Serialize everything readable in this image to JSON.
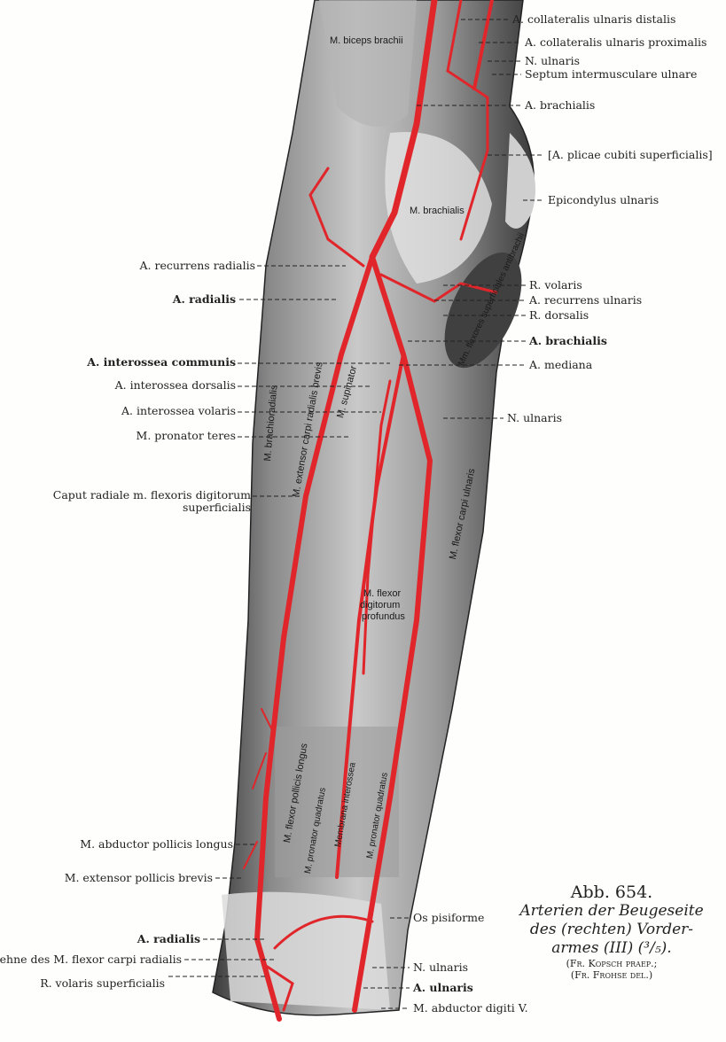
{
  "left_labels": [
    {
      "text": "A. recurrens radialis",
      "bold": false
    },
    {
      "text": "A. radialis",
      "bold": true
    },
    {
      "text": "A. interossea communis",
      "bold": true
    },
    {
      "text": "A. interossea dorsalis",
      "bold": false
    },
    {
      "text": "A. interossea volaris",
      "bold": false
    },
    {
      "text": "M. pronator teres",
      "bold": false
    },
    {
      "text": "Caput radiale m. flexoris digitorum",
      "bold": false
    },
    {
      "text": "superficialis",
      "bold": false
    },
    {
      "text": "M. abductor pollicis longus",
      "bold": false
    },
    {
      "text": "M. extensor pollicis brevis",
      "bold": false
    },
    {
      "text": "A. radialis",
      "bold": true
    },
    {
      "text": "Sehne des M. flexor carpi radialis",
      "bold": false
    },
    {
      "text": "R. volaris superficialis",
      "bold": false
    }
  ],
  "right_labels": [
    {
      "text": "A. collateralis ulnaris distalis",
      "bold": false
    },
    {
      "text": "A. collateralis ulnaris proximalis",
      "bold": false
    },
    {
      "text": "N. ulnaris",
      "bold": false
    },
    {
      "text": "Septum intermusculare ulnare",
      "bold": false
    },
    {
      "text": "A. brachialis",
      "bold": false
    },
    {
      "text": "[A. plicae cubiti superficialis]",
      "bold": false
    },
    {
      "text": "Epicondylus ulnaris",
      "bold": false
    },
    {
      "text": "R. volaris",
      "bold": false
    },
    {
      "text": "A. recurrens ulnaris",
      "bold": false
    },
    {
      "text": "R. dorsalis",
      "bold": false
    },
    {
      "text": "A. brachialis",
      "bold": true
    },
    {
      "text": "A. mediana",
      "bold": false
    },
    {
      "text": "N. ulnaris",
      "bold": false
    },
    {
      "text": "Os pisiforme",
      "bold": false
    },
    {
      "text": "N. ulnaris",
      "bold": false
    },
    {
      "text": "A. ulnaris",
      "bold": true
    },
    {
      "text": "M. abductor digiti V.",
      "bold": false
    }
  ],
  "muscle_labels": {
    "biceps": "M. biceps brachii",
    "brachialis": "M. brachialis",
    "brachioradialis": "M. brachioradialis",
    "ext_carpi": "M. extensor carpi radialis brevis",
    "supinator": "M. supinator",
    "flexores": "Mm. flexores superficiales antibrachii",
    "flex_carpi_uln": "M. flexor carpi ulnaris",
    "flex_dig_prof_1": "M. flexor",
    "flex_dig_prof_2": "digitorum",
    "flex_dig_prof_3": "profundus",
    "flex_poll": "M. flexor pollicis longus",
    "pron_quad_1": "M. pronator quadratus",
    "membrana": "Membrana interossea",
    "pron_quad_2": "M. pronator quadratus"
  },
  "caption": {
    "number": "Abb. 654.",
    "line1": "Arterien der Beugeseite",
    "line2": "des (rechten) Vorder-",
    "line3": "armes (III) (³/₅).",
    "credit1": "(Fr. Kopsch praep.;",
    "credit2": "(Fr. Frohse del.)"
  },
  "colors": {
    "artery": "#e0262b",
    "muscle_dark": "#3a3a3a",
    "muscle_light": "#d8d8d8"
  }
}
